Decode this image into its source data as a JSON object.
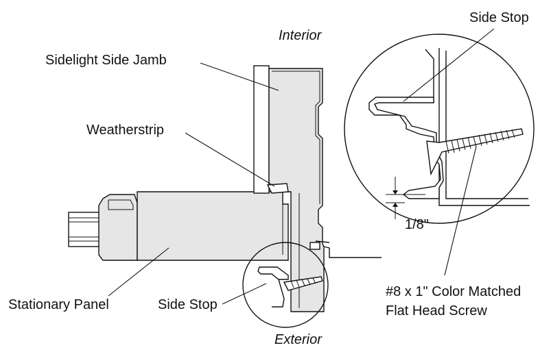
{
  "labels": {
    "interior": "Interior",
    "exterior": "Exterior",
    "sidelight_side_jamb": "Sidelight Side Jamb",
    "weatherstrip": "Weatherstrip",
    "stationary_panel": "Stationary Panel",
    "side_stop_main": "Side Stop",
    "side_stop_detail": "Side Stop",
    "gap_dimension": "1/8\"",
    "screw_line1": "#8 x 1\" Color Matched",
    "screw_line2": "Flat Head Screw"
  }
}
